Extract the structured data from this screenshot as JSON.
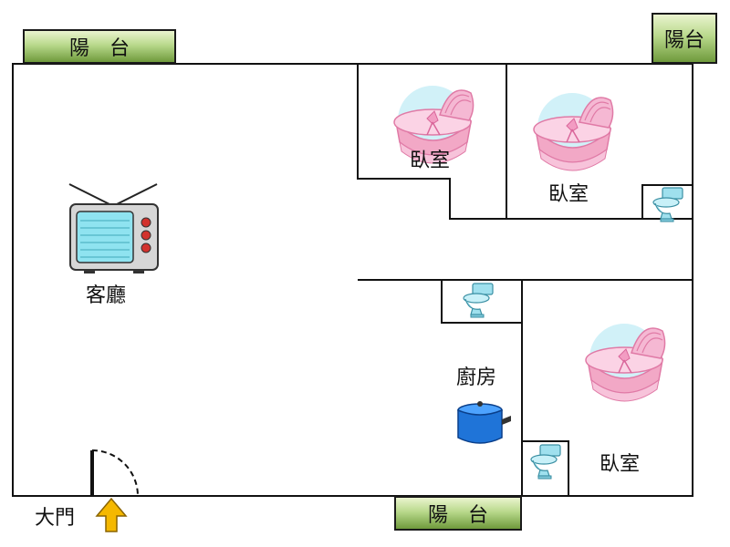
{
  "balconies": {
    "top_left": "陽　台",
    "top_right": "陽台",
    "bottom": "陽　台"
  },
  "rooms": {
    "living": "客廳",
    "bedroom_1": "臥室",
    "bedroom_2": "臥室",
    "bedroom_3": "臥室",
    "kitchen": "廚房"
  },
  "entrance": {
    "label": "大門"
  },
  "icons": {
    "living": "tv-icon",
    "bedrooms": "cradle-icon",
    "toilets": "toilet-icon",
    "kitchen": "cooking-pot-icon",
    "entrance": "up-arrow-icon",
    "door": "door-swing-icon"
  },
  "colors": {
    "balcony": "#8fbf5a",
    "cradle": "#f2a8c6",
    "toilet": "#7fd3e6",
    "pot": "#1f74d8",
    "tv_screen": "#8fe3f0",
    "arrow": "#f5b800"
  }
}
